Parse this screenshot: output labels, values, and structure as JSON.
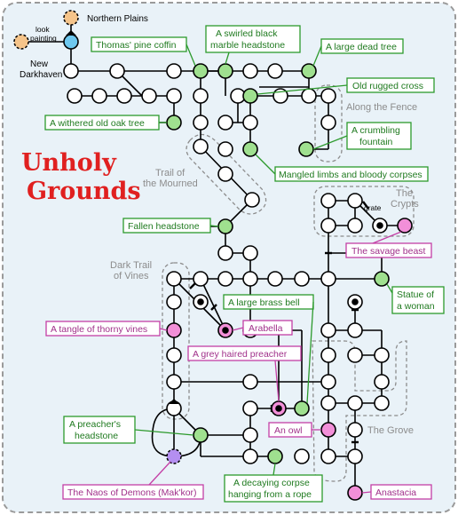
{
  "title_line1": "Unholy",
  "title_line2": "Grounds",
  "colors": {
    "background": "#e9f2f8",
    "border": "#9a9a9a",
    "title": "#e02020",
    "room_default": "#ffffff",
    "room_green": "#9fe08f",
    "room_pink": "#f28fd8",
    "room_blue": "#6ec8ef",
    "room_orange": "#f5c48a",
    "room_purple": "#b48ff0",
    "green_label_border": "#2c9a2c",
    "green_label_text": "#1f7a1f",
    "pink_label_border": "#c43fa6",
    "pink_label_text": "#a0308a",
    "region_text": "#8c8c8c"
  },
  "exit_labels": {
    "northern_plains": "Northern Plains",
    "look_painting_line1": "look",
    "look_painting_line2": "painting",
    "new_darkhaven_line1": "New",
    "new_darkhaven_line2": "Darkhaven",
    "grate": "grate"
  },
  "regions": {
    "along_fence": "Along the Fence",
    "trail_mourned_1": "Trail of",
    "trail_mourned_2": "the Mourned",
    "crypts_1": "The",
    "crypts_2": "Crypts",
    "dark_trail_1": "Dark Trail",
    "dark_trail_2": "of Vines",
    "grove": "The Grove"
  },
  "green_labels": {
    "thomas_coffin": "Thomas' pine coffin",
    "swirled_1": "A swirled black",
    "swirled_2": "marble headstone",
    "dead_tree": "A large dead tree",
    "rugged_cross": "Old rugged cross",
    "oak_tree": "A withered old oak tree",
    "fountain_1": "A crumbling",
    "fountain_2": "fountain",
    "mangled": "Mangled limbs and bloody corpses",
    "fallen_headstone": "Fallen headstone",
    "statue_1": "Statue of",
    "statue_2": "a woman",
    "brass_bell": "A large brass bell",
    "preacher_hs_1": "A preacher's",
    "preacher_hs_2": "headstone",
    "decaying_1": "A decaying corpse",
    "decaying_2": "hanging from a rope"
  },
  "pink_labels": {
    "savage_beast": "The savage beast",
    "thorny_vines": "A tangle of thorny vines",
    "arabella": "Arabella",
    "grey_preacher": "A grey haired preacher",
    "owl": "An owl",
    "naos": "The Naos of Demons (Mak'kor)",
    "anastacia": "Anastacia"
  }
}
